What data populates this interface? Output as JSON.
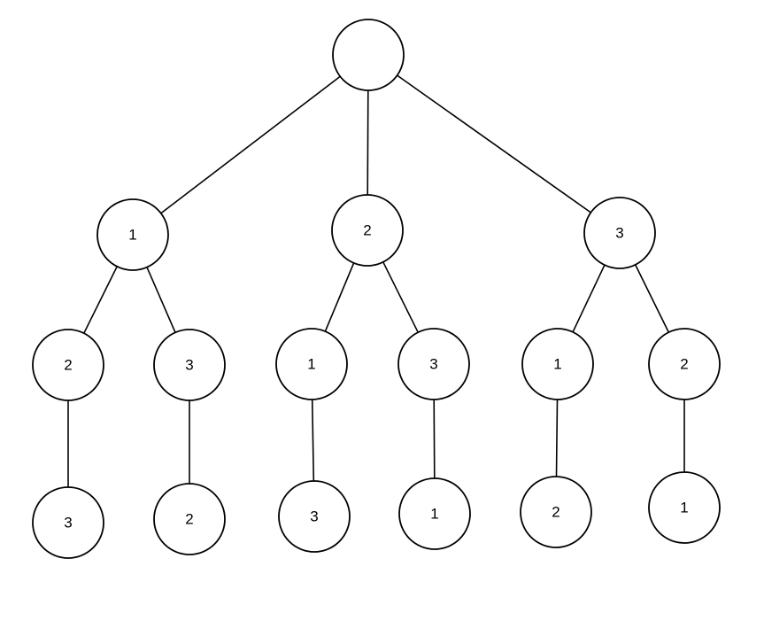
{
  "diagram": {
    "type": "tree",
    "colors": {
      "stroke": "#000000",
      "node_fill": "#ffffff",
      "background": "#ffffff"
    },
    "root": {
      "label": "",
      "children": [
        {
          "label": "1",
          "children": [
            {
              "label": "2",
              "children": [
                {
                  "label": "3",
                  "children": []
                }
              ]
            },
            {
              "label": "3",
              "children": [
                {
                  "label": "2",
                  "children": []
                }
              ]
            }
          ]
        },
        {
          "label": "2",
          "children": [
            {
              "label": "1",
              "children": [
                {
                  "label": "3",
                  "children": []
                }
              ]
            },
            {
              "label": "3",
              "children": [
                {
                  "label": "1",
                  "children": []
                }
              ]
            }
          ]
        },
        {
          "label": "3",
          "children": [
            {
              "label": "1",
              "children": [
                {
                  "label": "2",
                  "children": []
                }
              ]
            },
            {
              "label": "2",
              "children": [
                {
                  "label": "1",
                  "children": []
                }
              ]
            }
          ]
        }
      ]
    }
  }
}
